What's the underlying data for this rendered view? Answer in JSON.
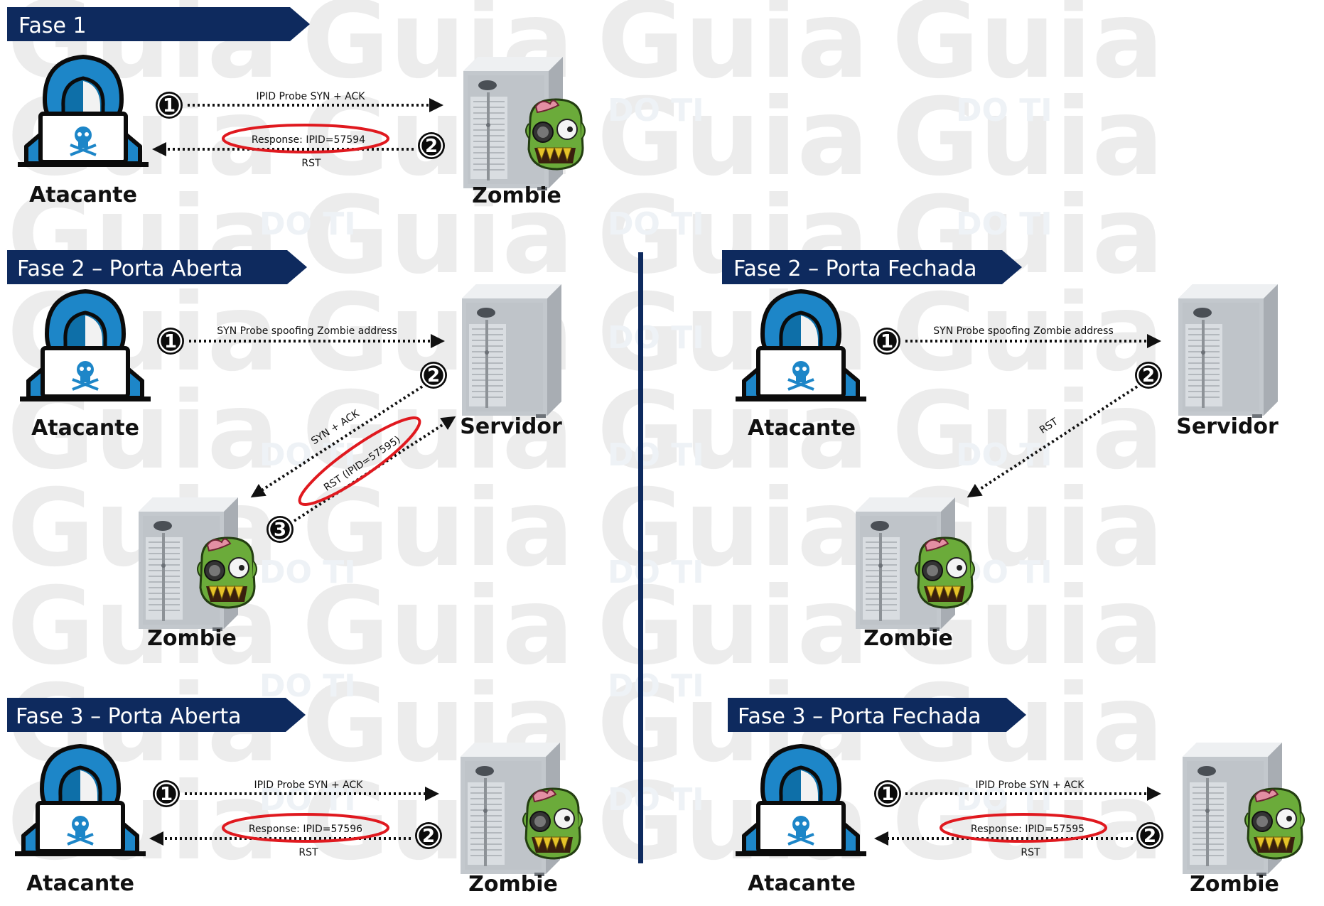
{
  "colors": {
    "banner": "#0e2a5e",
    "divider": "#0e2a5e",
    "hacker_blue": "#1d86c8",
    "highlight_red": "#e0191f",
    "zombie_green": "#6bab3a"
  },
  "watermark": {
    "big": "Guia",
    "small": "DO TI"
  },
  "phases": {
    "fase1": {
      "title": "Fase 1",
      "attacker_label": "Atacante",
      "zombie_label": "Zombie",
      "step1": "1",
      "step2": "2",
      "probe_label": "IPID Probe SYN + ACK",
      "response_label": "Response: IPID=57594",
      "rst_label": "RST"
    },
    "fase2_aberta": {
      "title": "Fase 2 – Porta Aberta",
      "attacker_label": "Atacante",
      "server_label": "Servidor",
      "zombie_label": "Zombie",
      "step1": "1",
      "step2": "2",
      "step3": "3",
      "probe_label": "SYN Probe spoofing Zombie address",
      "synack_label": "SYN + ACK",
      "rst_label": "RST (IPID=57595)"
    },
    "fase2_fechada": {
      "title": "Fase 2 – Porta Fechada",
      "attacker_label": "Atacante",
      "server_label": "Servidor",
      "zombie_label": "Zombie",
      "step1": "1",
      "step2": "2",
      "probe_label": "SYN Probe spoofing Zombie address",
      "rst_label": "RST"
    },
    "fase3_aberta": {
      "title": "Fase 3 – Porta Aberta",
      "attacker_label": "Atacante",
      "zombie_label": "Zombie",
      "step1": "1",
      "step2": "2",
      "probe_label": "IPID Probe SYN + ACK",
      "response_label": "Response: IPID=57596",
      "rst_label": "RST"
    },
    "fase3_fechada": {
      "title": "Fase 3 – Porta Fechada",
      "attacker_label": "Atacante",
      "zombie_label": "Zombie",
      "step1": "1",
      "step2": "2",
      "probe_label": "IPID Probe SYN + ACK",
      "response_label": "Response: IPID=57595",
      "rst_label": "RST"
    }
  }
}
